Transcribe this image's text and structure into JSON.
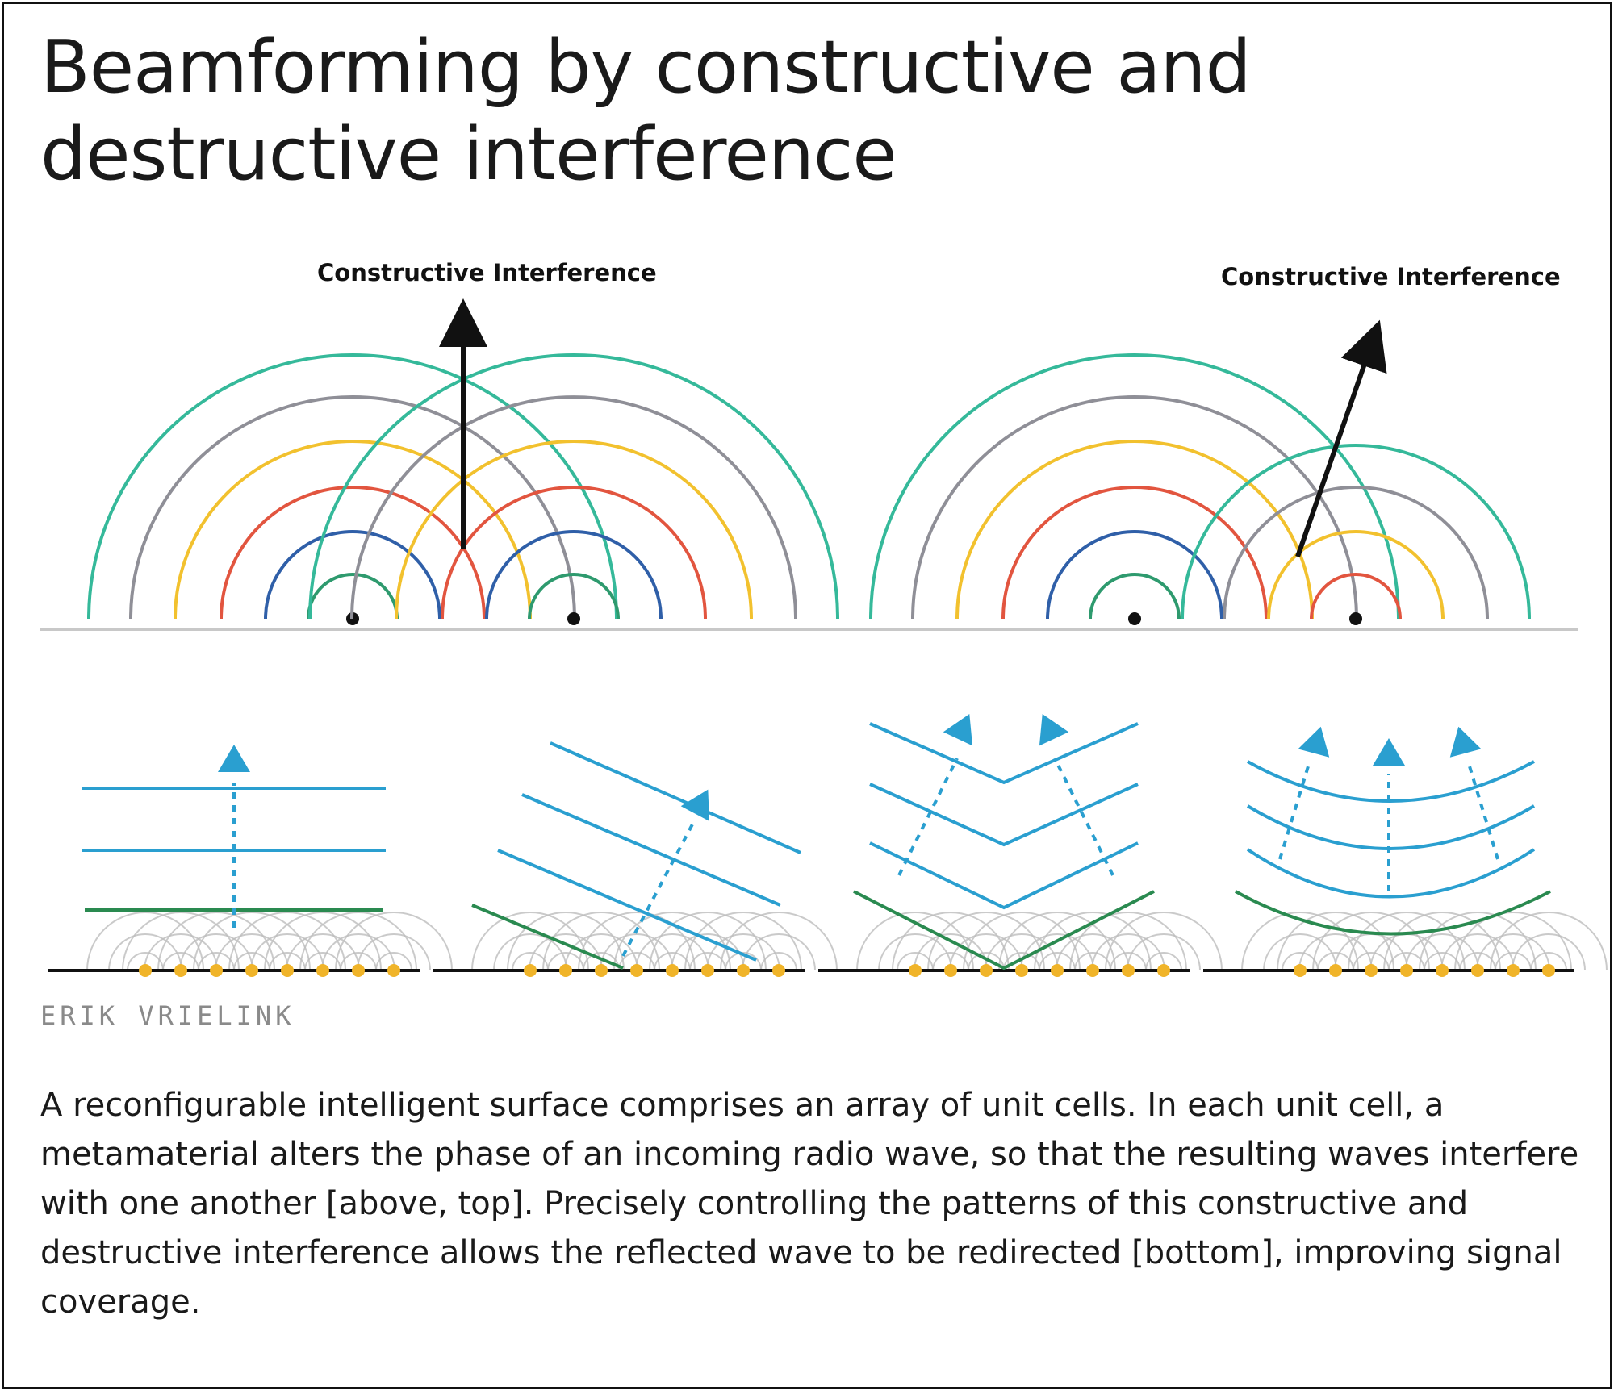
{
  "title": "Beamforming by constructive and destructive interference",
  "top_panel": {
    "left_annotation": "Constructive Interference",
    "right_annotation": "Constructive Interference"
  },
  "credit": "ERIK VRIELINK",
  "caption": "A reconfigurable intelligent surface comprises an array of unit cells. In each unit cell, a metamaterial alters the phase of an incoming radio wave, so that the resulting waves interfere with one another [above, top]. Precisely controlling the patterns of this constructive and destructive interference allows the reflected wave to be redirected [bottom], improving signal coverage.",
  "colors": {
    "ring_teal": "#35b99a",
    "ring_gray": "#8f8f97",
    "ring_yellow": "#f2c12e",
    "ring_red": "#e2553f",
    "ring_blue": "#2f5fa8",
    "ring_green": "#2e9a6e",
    "wave_blue": "#2a9fd0",
    "reflect_green": "#2a8a50",
    "cell_orange": "#f0b429",
    "ground": "#c8c8c8"
  }
}
